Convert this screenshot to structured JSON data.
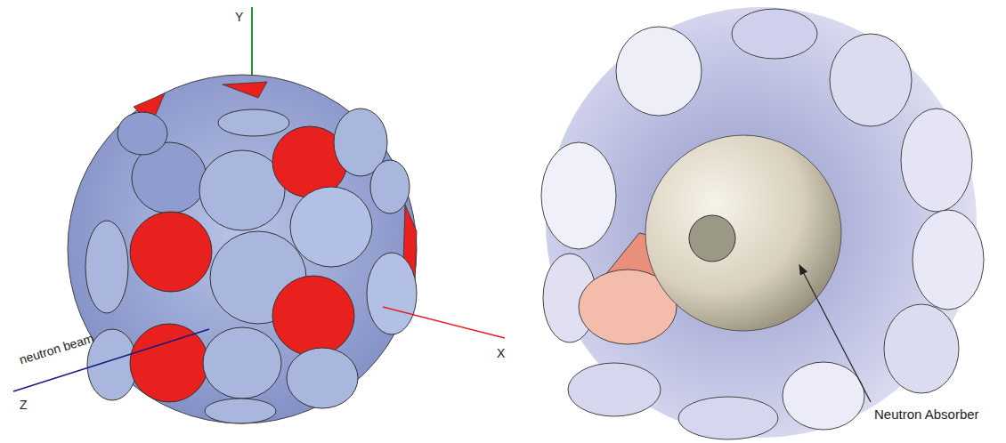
{
  "diagram": {
    "labels": [
      "Y",
      "neutron beam",
      "Z",
      "X",
      "Neutron Absorber"
    ]
  }
}
